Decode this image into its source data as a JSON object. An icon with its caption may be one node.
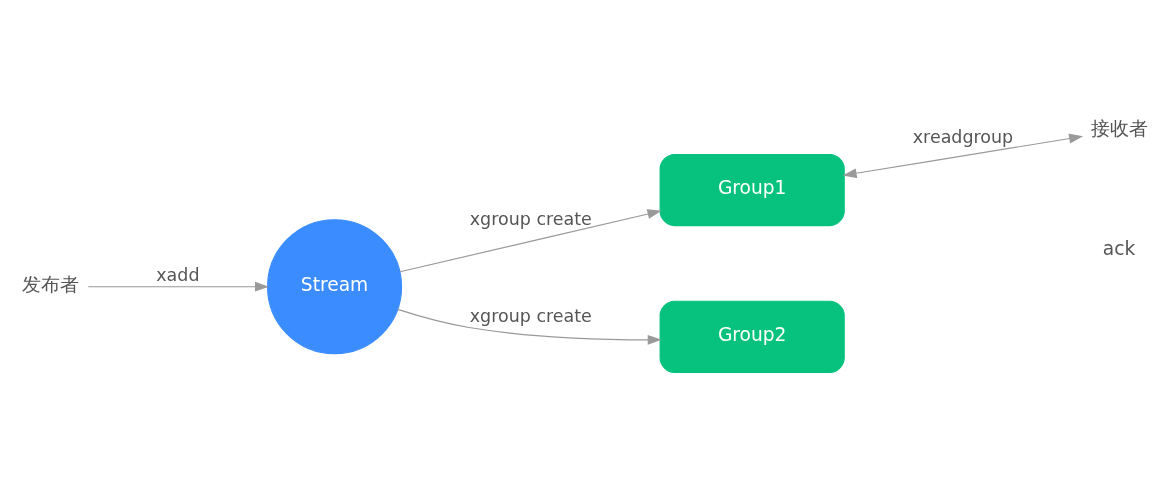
{
  "diagram": {
    "nodes": [
      {
        "text": [
          "发布者"
        ]
      },
      {
        "text": [
          "Stream"
        ]
      },
      {
        "text": [
          "Group1"
        ]
      },
      {
        "text": [
          "Group2"
        ]
      },
      {
        "text": [
          "接收者"
        ]
      }
    ],
    "edges": [
      {
        "from": 0,
        "to": 1,
        "arrow": "to",
        "label": "xadd"
      },
      {
        "from": 1,
        "to": 2,
        "arrow": "to",
        "label": "xgroup create"
      },
      {
        "from": 1,
        "to": 3,
        "arrow": "to",
        "label": "xgroup create"
      },
      {
        "from": 2,
        "to": 4,
        "arrow": "both",
        "label": "xreadgroup"
      }
    ],
    "labels": [
      "ack"
    ]
  }
}
